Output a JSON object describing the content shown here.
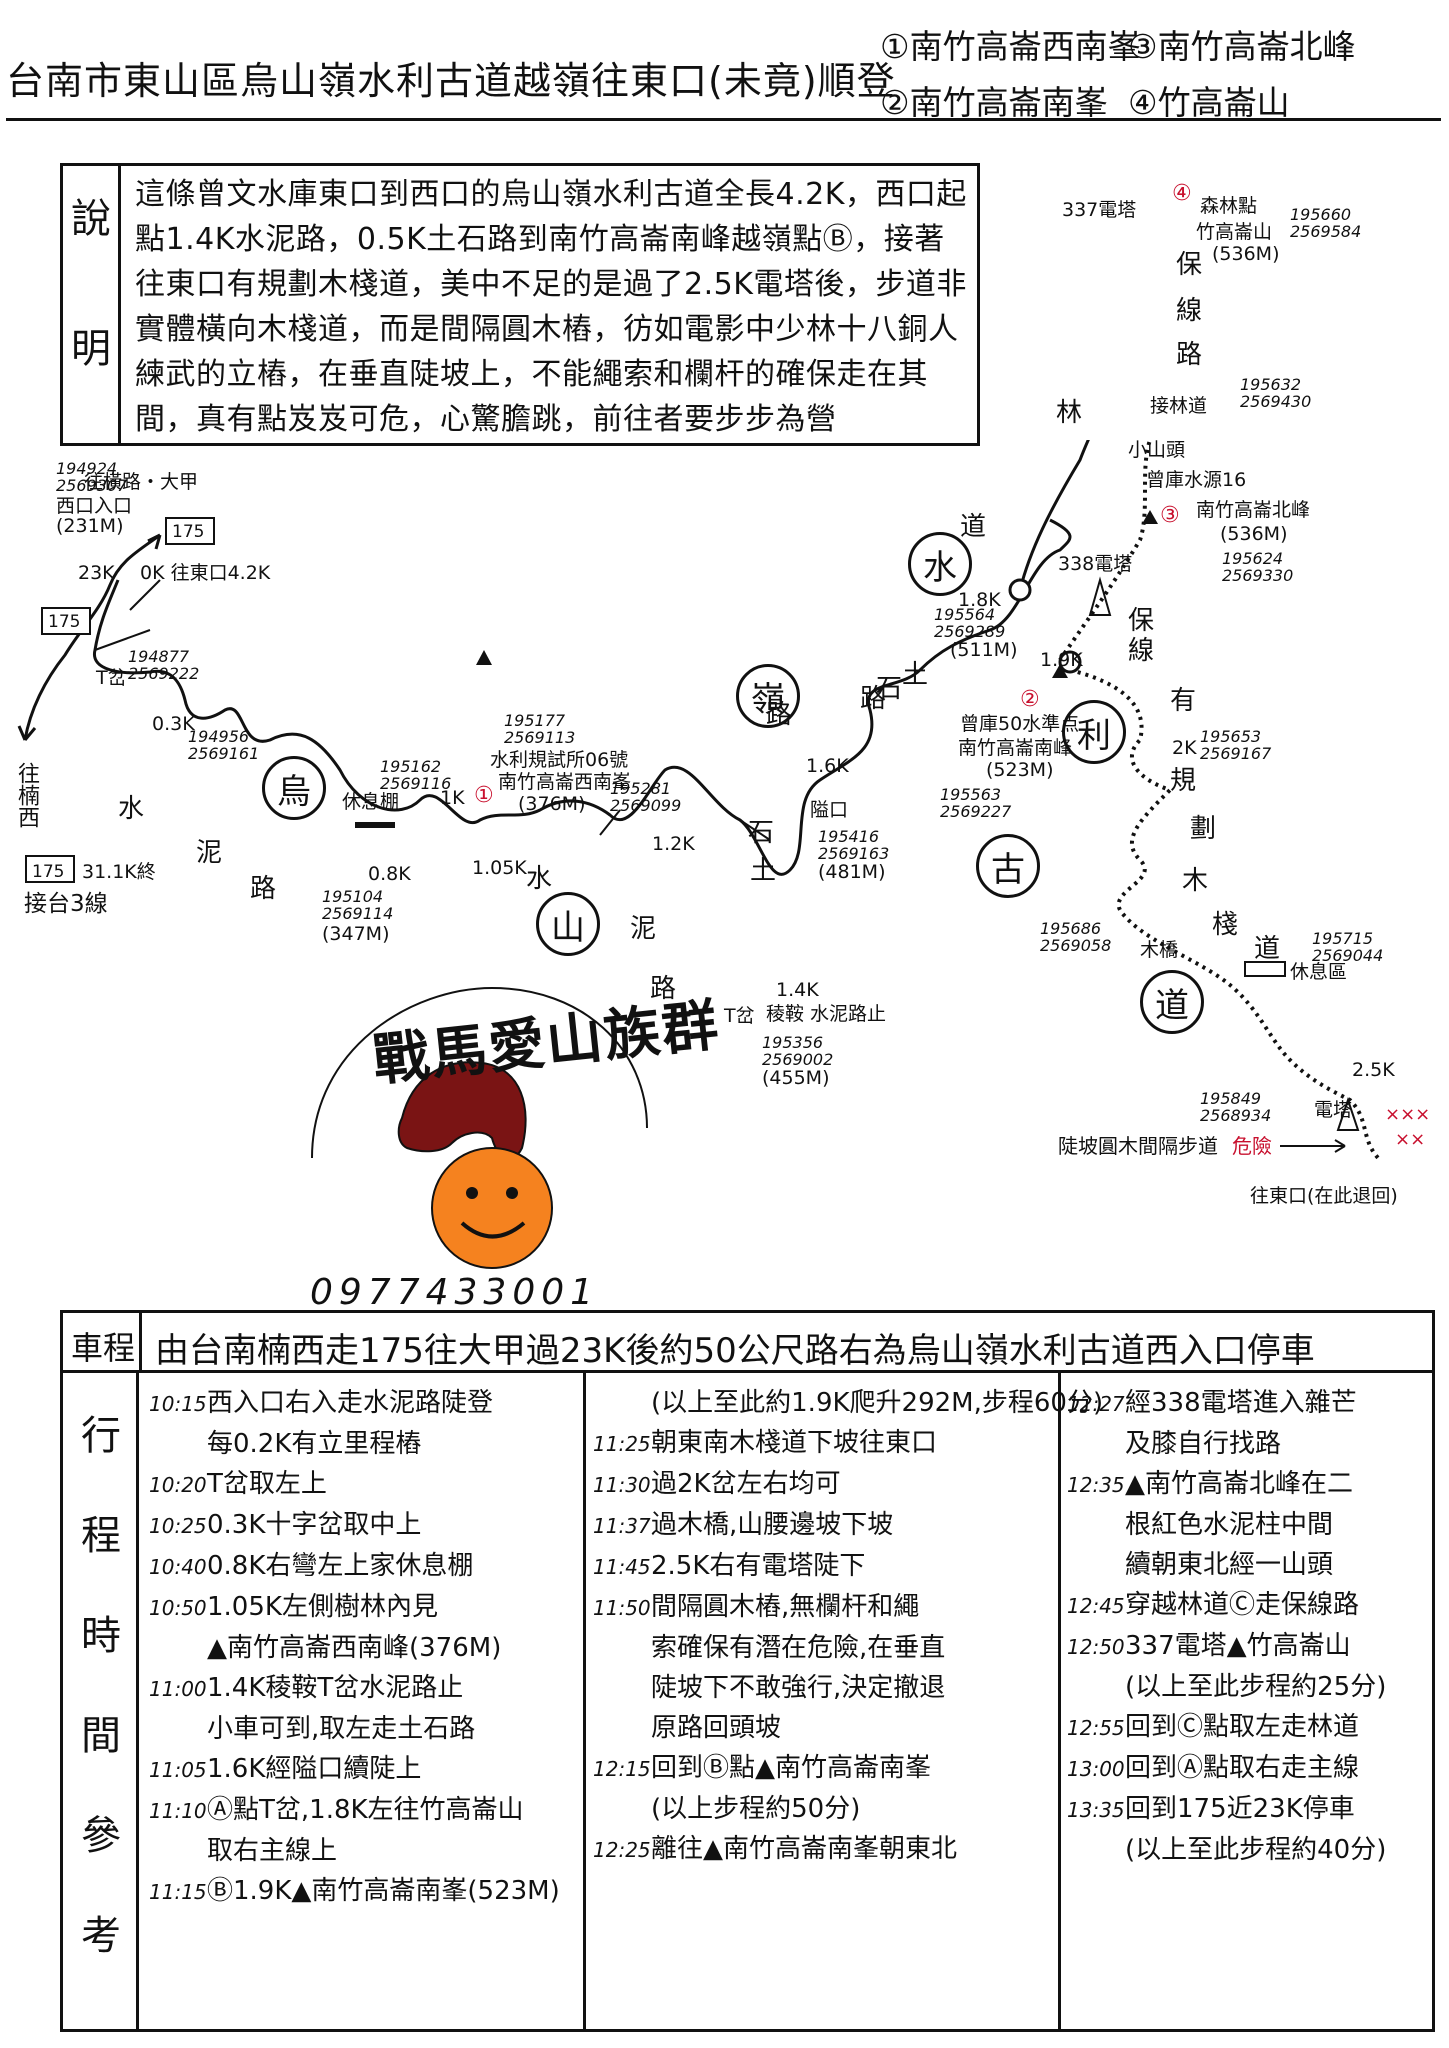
{
  "header": {
    "title": "台南市東山區烏山嶺水利古道越嶺往東口(未竟)順登",
    "peaks": [
      {
        "num": "①",
        "name": "南竹高崙西南峯"
      },
      {
        "num": "③",
        "name": "南竹高崙北峰"
      },
      {
        "num": "②",
        "name": "南竹高崙南峯"
      },
      {
        "num": "④",
        "name": "竹高崙山"
      }
    ]
  },
  "description": {
    "label_chars": [
      "說",
      "明"
    ],
    "text": "這條曾文水庫東口到西口的烏山嶺水利古道全長4.2K，西口起點1.4K水泥路，0.5K土石路到南竹高崙南峰越嶺點Ⓑ，接著往東口有規劃木棧道，美中不足的是過了2.5K電塔後，步道非實體橫向木棧道，而是間隔圓木樁，彷如電影中少林十八銅人練武的立樁，在垂直陡坡上，不能繩索和欄杆的確保走在其間，真有點岌岌可危，心驚膽跳，前往者要步步為營"
  },
  "map": {
    "big_chars": [
      "烏",
      "山",
      "嶺",
      "水",
      "利",
      "古",
      "道"
    ],
    "road_chars_west": [
      "水",
      "泥",
      "路"
    ],
    "road_chars_mid": [
      "水",
      "泥",
      "路"
    ],
    "stone_road": [
      "土",
      "石",
      "路",
      "土",
      "石",
      "路"
    ],
    "forest_road": [
      "林",
      "道"
    ],
    "patrol_road": [
      "保",
      "線",
      "路"
    ],
    "patrol_road2": [
      "保",
      "線"
    ],
    "planned_plank": [
      "有",
      "規",
      "劃",
      "木",
      "棧",
      "道"
    ],
    "dest_top": "往橫路・大甲",
    "west_entrance": {
      "coord": "194924\n2569307",
      "label": "西口入口",
      "elev": "(231M)"
    },
    "road_175": "175",
    "km_23": "23K",
    "km_0": "0K 往東口4.2K",
    "t_junction": {
      "label": "T岔",
      "coord": "194877\n2569222"
    },
    "cross_03": {
      "label": "0.3K",
      "coord": "194956\n2569161"
    },
    "to_nanxi": "往楠西",
    "road_175_end": "175",
    "road_175_end_text": "31.1K終",
    "connect_3": "接台3線",
    "rest_shed": {
      "label": "休息棚",
      "coord_top": "195162\n2569116",
      "km": "0.8K",
      "coord_bottom": "195104\n2569114",
      "elev": "(347M)"
    },
    "km_1": "1K",
    "peak1": {
      "num": "①",
      "name": "南竹高崙西南峯",
      "elev": "(376M)",
      "note": "水利規試所06號",
      "coord": "195177\n2569113"
    },
    "km_105": "1.05K",
    "km_12": {
      "label": "1.2K",
      "coord": "195281\n2569099"
    },
    "km_14": {
      "label": "1.4K",
      "note": "稜鞍 水泥路止",
      "pillar": "T岔",
      "coord": "195356\n2569002",
      "elev": "(455M)"
    },
    "km_16": {
      "label": "1.6K",
      "note": "隘口",
      "coord": "195416\n2569163",
      "elev": "(481M)"
    },
    "point_a": {
      "km": "1.8K",
      "coord": "195564\n2569289",
      "elev": "(511M)"
    },
    "point_b": {
      "km": "1.9K"
    },
    "peak2": {
      "num": "②",
      "note": "曾庫50水準点",
      "name": "南竹高崙南峰",
      "elev": "(523M)",
      "coord": "195563\n2569227"
    },
    "tower_338": "338電塔",
    "peak3": {
      "num": "③",
      "note": "曾庫水源16",
      "name": "南竹高崙北峰",
      "elev": "(536M)",
      "coord": "195624\n2569330"
    },
    "small_hill": "小山頭",
    "forest_junction": {
      "label": "接林道",
      "coord": "195632\n2569430"
    },
    "peak4": {
      "num": "④",
      "tower": "337電塔",
      "note": "森林點",
      "name": "竹高崙山",
      "elev": "(536M)",
      "coord": "195660\n2569584"
    },
    "km_2": {
      "label": "2K",
      "coord": "195653\n2569167"
    },
    "bridge": {
      "label": "木橋",
      "coord": "195686\n2569058"
    },
    "rest_area": {
      "label": "休息區",
      "coord": "195715\n2569044"
    },
    "km_25": "2.5K",
    "tower_east": {
      "label": "電塔",
      "coord": "195849\n2568934"
    },
    "danger_note": "陡坡圓木間隔步道",
    "danger": "危險",
    "east_dest": "往東口(在此退回)"
  },
  "logo": {
    "text": "戰馬愛山族群",
    "phone": "0977433001",
    "colors": {
      "horse": "#7a1414",
      "face": "#f5821f"
    }
  },
  "itinerary": {
    "head_label": "車程",
    "head_text": "由台南楠西走175往大甲過23K後約50公尺路右為烏山嶺水利古道西入口停車",
    "side_chars": [
      "行",
      "程",
      "時",
      "間",
      "參",
      "考"
    ],
    "col1": [
      {
        "t": "10:15",
        "text": "西入口右入走水泥路陡登"
      },
      {
        "t": "",
        "text": "每0.2K有立里程樁"
      },
      {
        "t": "10:20",
        "text": "T岔取左上"
      },
      {
        "t": "10:25",
        "text": "0.3K十字岔取中上"
      },
      {
        "t": "10:40",
        "text": "0.8K右彎左上家休息棚"
      },
      {
        "t": "10:50",
        "text": "1.05K左側樹林內見"
      },
      {
        "t": "",
        "text": "▲南竹高崙西南峰(376M)"
      },
      {
        "t": "11:00",
        "text": "1.4K稜鞍T岔水泥路止"
      },
      {
        "t": "",
        "text": "小車可到,取左走土石路"
      },
      {
        "t": "11:05",
        "text": "1.6K經隘口續陡上"
      },
      {
        "t": "11:10",
        "text": "Ⓐ點T岔,1.8K左往竹高崙山"
      },
      {
        "t": "",
        "text": "取右主線上"
      },
      {
        "t": "11:15",
        "text": "Ⓑ1.9K▲南竹高崙南峯(523M)"
      }
    ],
    "col2": [
      {
        "t": "",
        "text": "(以上至此約1.9K爬升292M,步程60分)"
      },
      {
        "t": "11:25",
        "text": "朝東南木棧道下坡往東口"
      },
      {
        "t": "11:30",
        "text": "過2K岔左右均可"
      },
      {
        "t": "11:37",
        "text": "過木橋,山腰邊坡下坡"
      },
      {
        "t": "11:45",
        "text": "2.5K右有電塔陡下"
      },
      {
        "t": "11:50",
        "text": "間隔圓木樁,無欄杆和繩"
      },
      {
        "t": "",
        "text": "索確保有潛在危險,在垂直"
      },
      {
        "t": "",
        "text": "陡坡下不敢強行,決定撤退"
      },
      {
        "t": "",
        "text": "原路回頭坡"
      },
      {
        "t": "12:15",
        "text": "回到Ⓑ點▲南竹高崙南峯"
      },
      {
        "t": "",
        "text": "(以上步程約50分)"
      },
      {
        "t": "12:25",
        "text": "離往▲南竹高崙南峯朝東北"
      }
    ],
    "col3": [
      {
        "t": "12:27",
        "text": "經338電塔進入雜芒"
      },
      {
        "t": "",
        "text": "及膝自行找路"
      },
      {
        "t": "12:35",
        "text": "▲南竹高崙北峰在二"
      },
      {
        "t": "",
        "text": "根紅色水泥柱中間"
      },
      {
        "t": "",
        "text": "續朝東北經一山頭"
      },
      {
        "t": "12:45",
        "text": "穿越林道Ⓒ走保線路"
      },
      {
        "t": "12:50",
        "text": "337電塔▲竹高崙山"
      },
      {
        "t": "",
        "text": "(以上至此步程約25分)"
      },
      {
        "t": "12:55",
        "text": "回到Ⓒ點取左走林道"
      },
      {
        "t": "13:00",
        "text": "回到Ⓐ點取右走主線"
      },
      {
        "t": "13:35",
        "text": "回到175近23K停車"
      },
      {
        "t": "",
        "text": "(以上至此步程約40分)"
      }
    ]
  }
}
